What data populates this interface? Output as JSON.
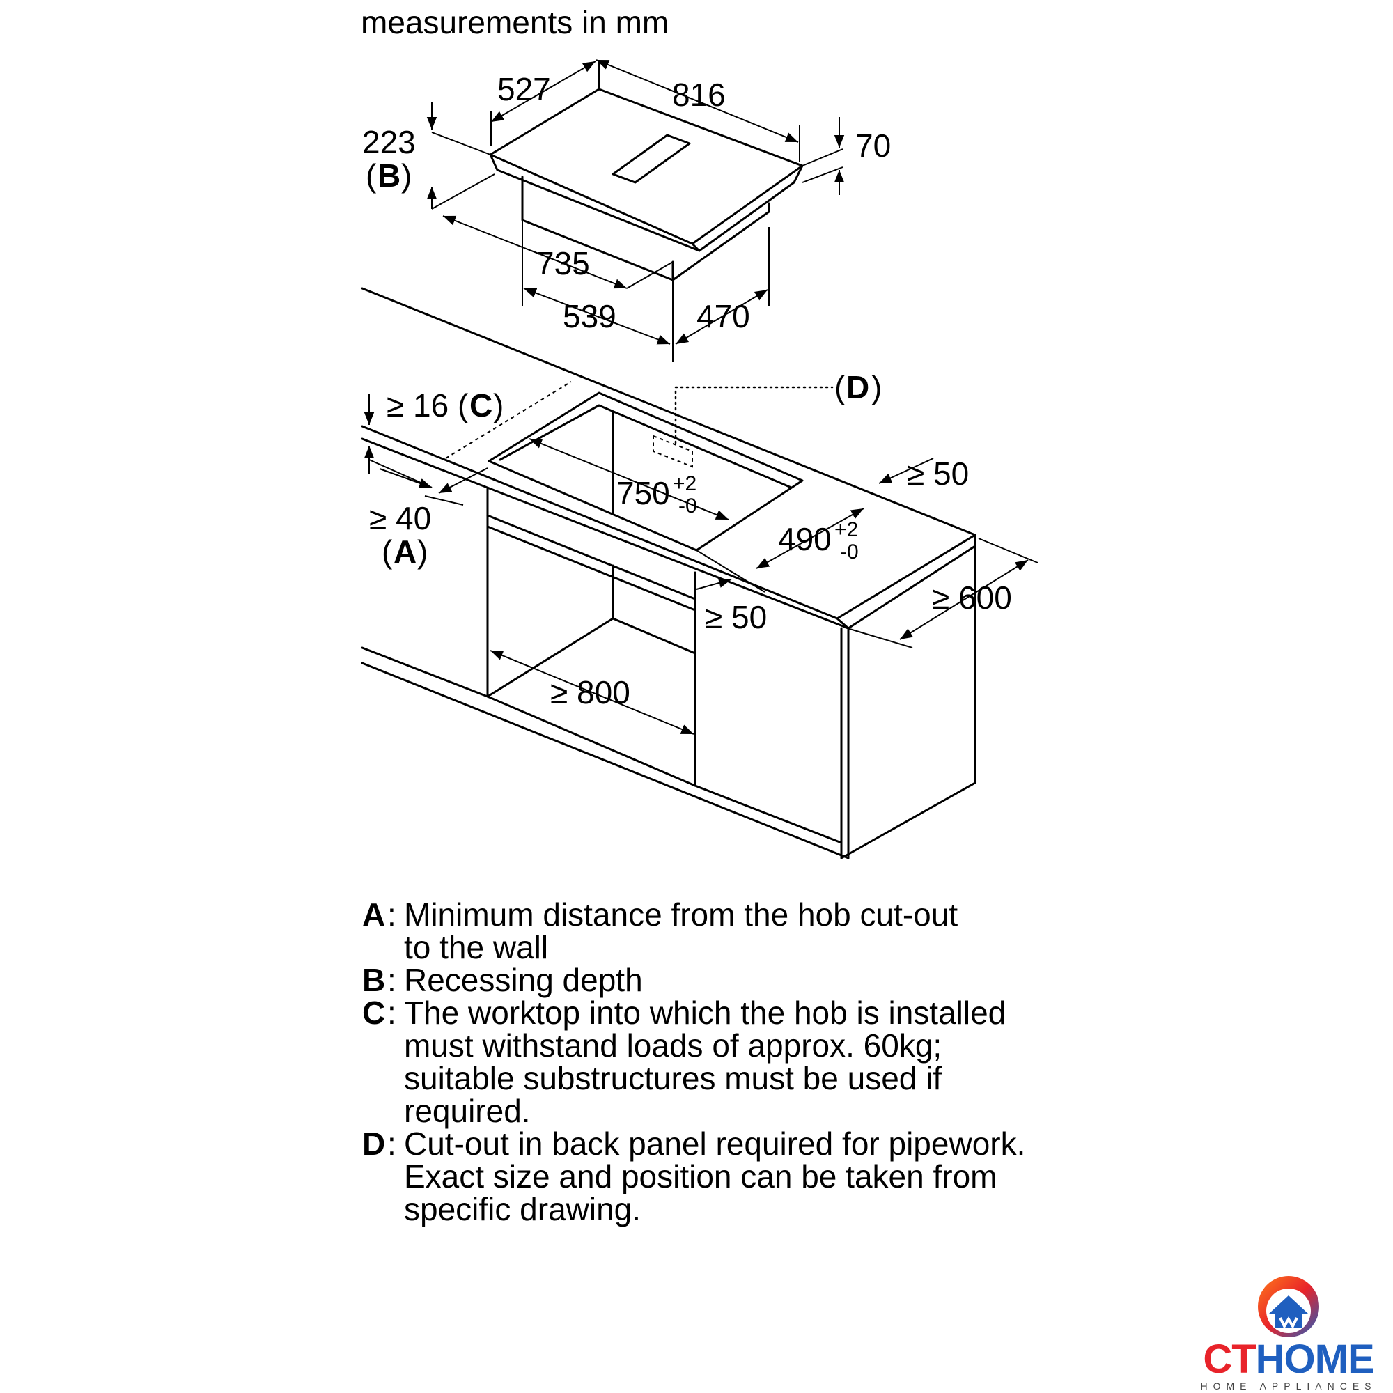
{
  "header": {
    "title": "measurements in mm"
  },
  "dimensions": {
    "d527": "527",
    "d816": "816",
    "d223": "223",
    "d70": "70",
    "d735": "735",
    "d539": "539",
    "d470": "470",
    "d16": "≥ 16 (",
    "d40": "≥ 40",
    "d750": "750",
    "tol_plus": "+2",
    "tol_minus": "-0",
    "d490": "490",
    "d50_top": "≥ 50",
    "d50_front": "≥ 50",
    "d600": "≥ 600",
    "d800": "≥ 800"
  },
  "markers": {
    "A": "A",
    "B": "B",
    "C": "C",
    "D": "D",
    "open": "(",
    "close": ")"
  },
  "legend": [
    {
      "key": "A",
      "text": "Minimum distance from the hob cut-out\nto the wall"
    },
    {
      "key": "B",
      "text": "Recessing depth"
    },
    {
      "key": "C",
      "text": "The worktop into which the hob is installed\nmust withstand loads of approx. 60kg;\nsuitable substructures must be used if\nrequired."
    },
    {
      "key": "D",
      "text": "Cut-out in back panel required for pipework.\nExact size and position can be taken from\nspecific drawing."
    }
  ],
  "legend_separator": ":",
  "logo": {
    "ct": "CT",
    "home": "HOME",
    "subtitle": "HOME APPLIANCES"
  },
  "colors": {
    "logo_red": "#e8232a",
    "logo_blue": "#1f5fbf"
  }
}
